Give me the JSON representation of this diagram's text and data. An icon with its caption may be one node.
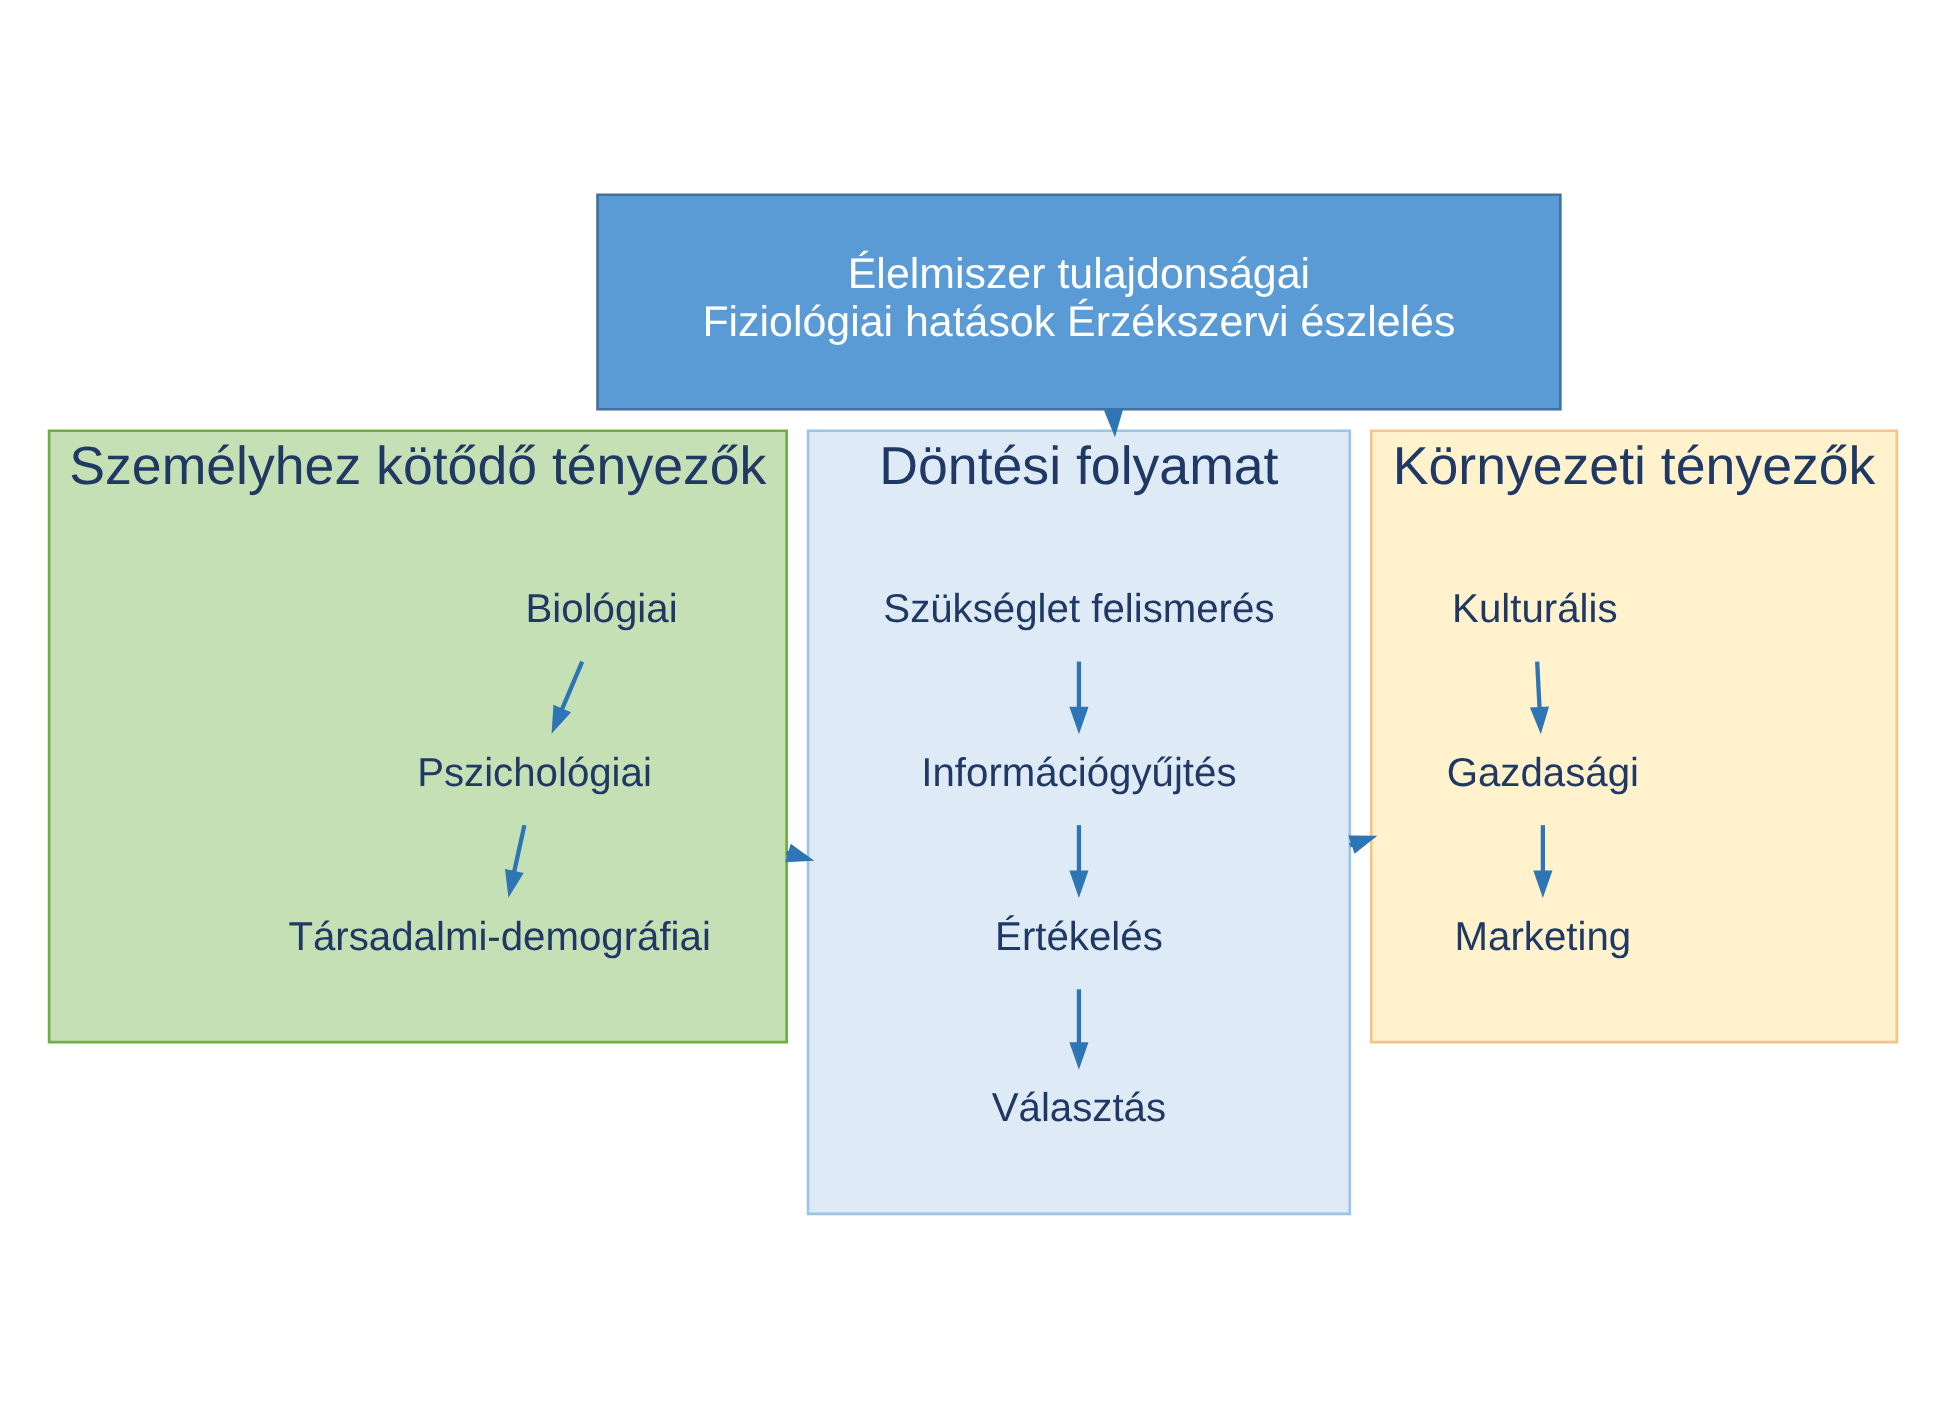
{
  "diagram": {
    "nodes": [
      {
        "text": [
          "Élelmiszer tulajdonságai",
          "Fiziológiai hatások Érzékszervi észlelés"
        ]
      },
      {
        "text": [
          "Személyhez kötődő tényezők"
        ]
      },
      {
        "text": [
          "Biológiai"
        ],
        "in": 1
      },
      {
        "text": [
          "Pszichológiai"
        ],
        "in": 1
      },
      {
        "text": [
          "Társadalmi-demográfiai"
        ],
        "in": 1
      },
      {
        "text": [
          "Döntési folyamat"
        ]
      },
      {
        "text": [
          "Szükséglet felismerés"
        ],
        "in": 5
      },
      {
        "text": [
          "Információgyűjtés"
        ],
        "in": 5
      },
      {
        "text": [
          "Értékelés"
        ],
        "in": 5
      },
      {
        "text": [
          "Választás"
        ],
        "in": 5
      },
      {
        "text": [
          "Környezeti tényezők"
        ]
      },
      {
        "text": [
          "Kulturális"
        ],
        "in": 10
      },
      {
        "text": [
          "Gazdasági"
        ],
        "in": 10
      },
      {
        "text": [
          "Marketing"
        ],
        "in": 10
      }
    ],
    "edges": [
      {
        "from": 0,
        "to": 5,
        "arrow": "to"
      },
      {
        "from": 1,
        "to": 5,
        "arrow": "to"
      },
      {
        "from": 5,
        "to": 10,
        "arrow": "to"
      },
      {
        "from": 2,
        "to": 3,
        "arrow": "to"
      },
      {
        "from": 3,
        "to": 4,
        "arrow": "to"
      },
      {
        "from": 6,
        "to": 7,
        "arrow": "to"
      },
      {
        "from": 7,
        "to": 8,
        "arrow": "to"
      },
      {
        "from": 8,
        "to": 9,
        "arrow": "to"
      },
      {
        "from": 11,
        "to": 12,
        "arrow": "to"
      },
      {
        "from": 12,
        "to": 13,
        "arrow": "to"
      }
    ]
  }
}
